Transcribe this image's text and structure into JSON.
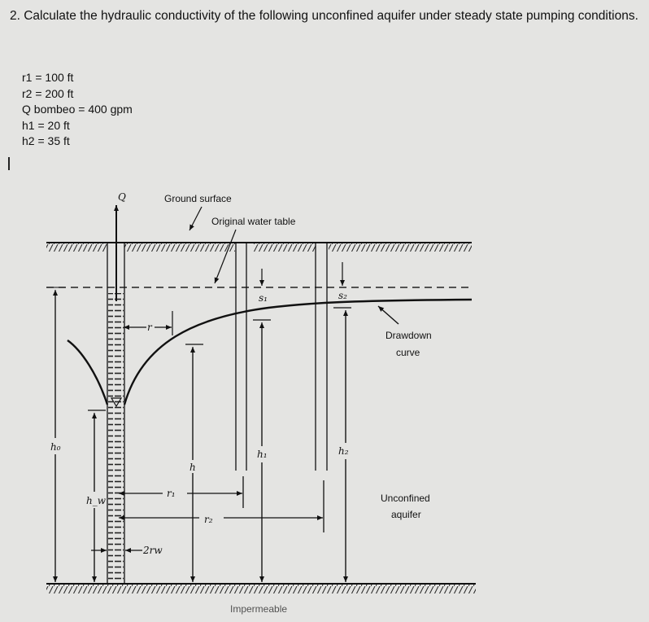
{
  "question": {
    "text": "2. Calculate the hydraulic conductivity of the following unconfined aquifer under steady state pumping conditions."
  },
  "givens": [
    {
      "label": "r1 = 100 ft"
    },
    {
      "label": "r2 = 200 ft"
    },
    {
      "label": "Q bombeo = 400 gpm"
    },
    {
      "label": "h1 = 20 ft"
    },
    {
      "label": "h2 = 35 ft"
    }
  ],
  "diagram": {
    "labels": {
      "q": "Q",
      "ground_surface": "Ground surface",
      "original_water_table": "Original water table",
      "s1": "s₁",
      "s2": "s₂",
      "r": "r",
      "drawdown_curve_line1": "Drawdown",
      "drawdown_curve_line2": "curve",
      "h0": "h₀",
      "h": "h",
      "h1": "h₁",
      "h2": "h₂",
      "hw": "h_w",
      "r1": "r₁",
      "r2": "r₂",
      "two_rw": "2rw",
      "unconfined_line1": "Unconfined",
      "unconfined_line2": "aquifer",
      "impermeable": "Impermeable"
    }
  }
}
